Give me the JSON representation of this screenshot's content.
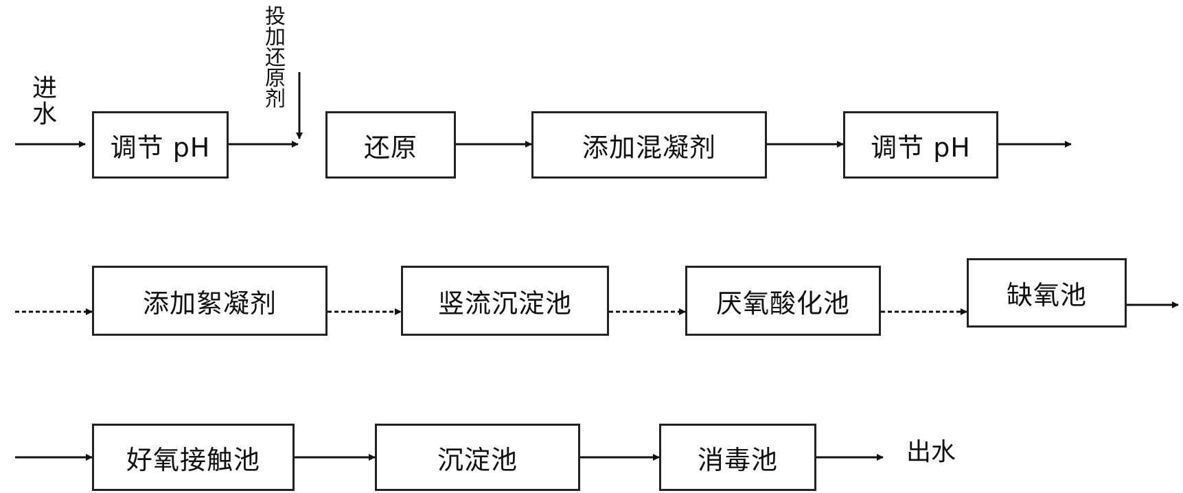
{
  "inlet_label": "进水",
  "reductant_label": "投加还原剂",
  "outlet_label": "出水",
  "row1": [
    "调节 pH",
    "还原",
    "添加混凝剂",
    "调节 pH"
  ],
  "row2": [
    "添加絮凝剂",
    "竖流沉淀池",
    "厌氧酸化池",
    "缺氧池"
  ],
  "row3": [
    "好氧接触池",
    "沉淀池",
    "消毒池"
  ]
}
